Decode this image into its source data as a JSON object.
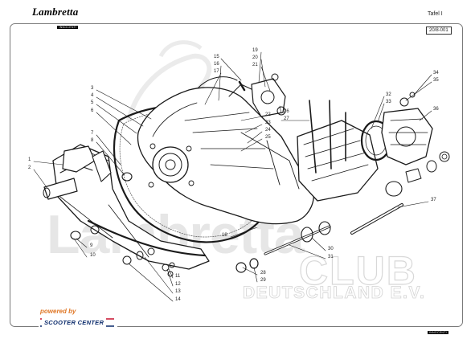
{
  "header": {
    "brand": "Lambretta",
    "brand_sub": "INNOCENTI",
    "plate": "Tafel I",
    "code": "20/8-001"
  },
  "watermark": {
    "big": "Lambretta",
    "club": "CLUB",
    "country": "DEUTSCHLAND E.V."
  },
  "footer": {
    "powered_by": "powered by",
    "sponsor": "SCOOTER CENTER",
    "brand_small": "INNOCENTI"
  },
  "callouts": [
    "1",
    "2",
    "3",
    "4",
    "5",
    "6",
    "7",
    "8",
    "9",
    "10",
    "11",
    "12",
    "13",
    "14",
    "15",
    "16",
    "17",
    "18",
    "19",
    "20",
    "21",
    "22",
    "23",
    "24",
    "25",
    "26",
    "27",
    "28",
    "29",
    "30",
    "31",
    "32",
    "33",
    "34",
    "35",
    "36",
    "37"
  ],
  "colors": {
    "line": "#1a1a1a",
    "orange": "#e07a2a",
    "sponsor_red": "#c8102e",
    "sponsor_blue": "#0a2a6b",
    "watermark": "#e2e2e2"
  }
}
